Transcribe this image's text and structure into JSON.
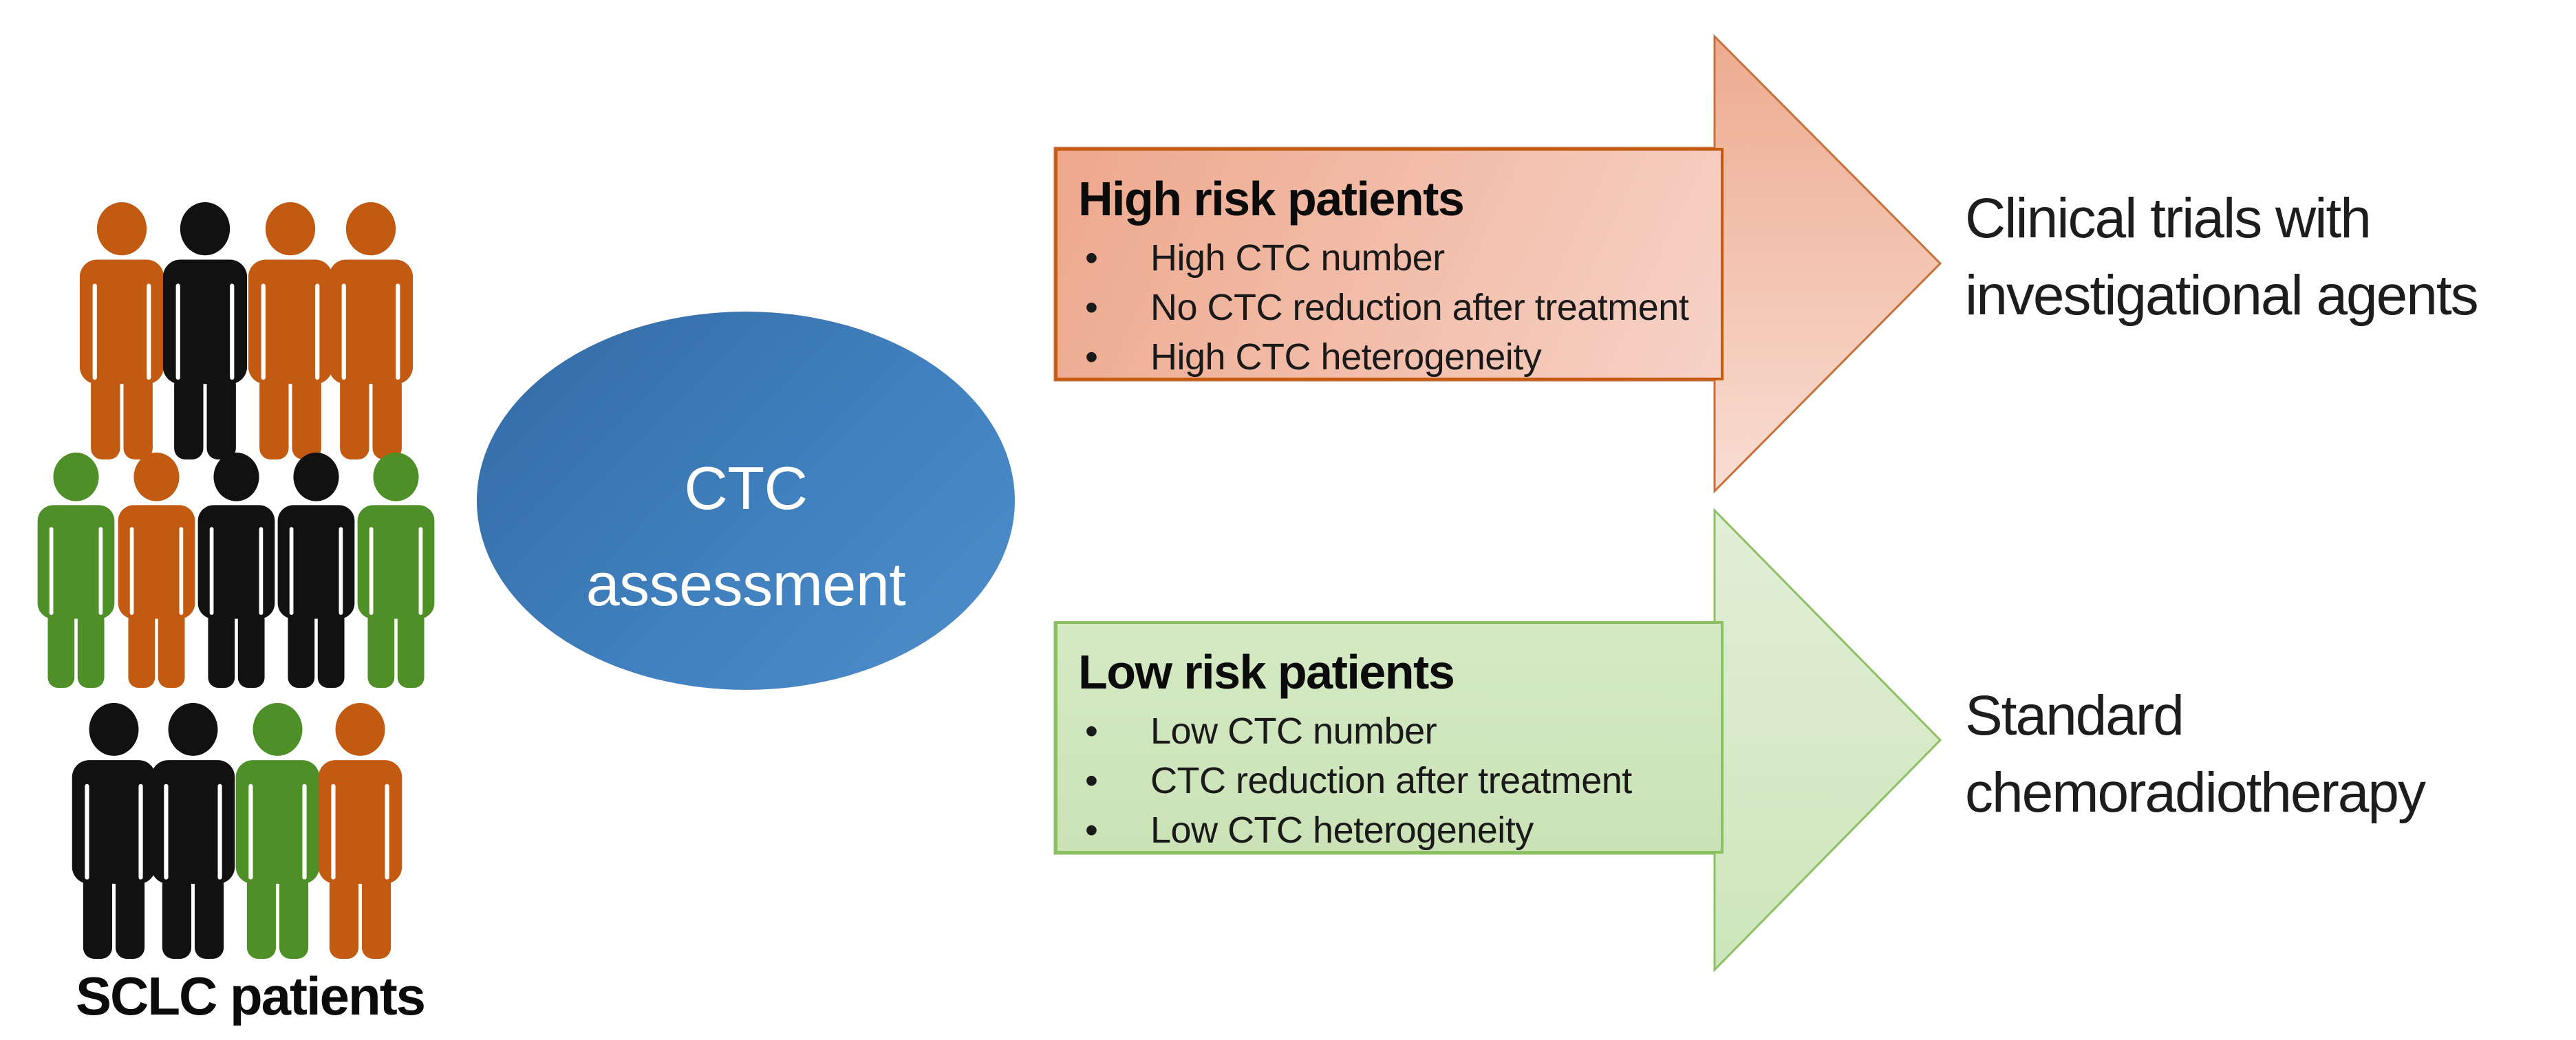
{
  "left_group": {
    "label": "SCLC patients",
    "rows": [
      {
        "colors": [
          "orange",
          "black",
          "orange",
          "orange"
        ]
      },
      {
        "colors": [
          "green",
          "orange",
          "black",
          "black",
          "green"
        ]
      },
      {
        "colors": [
          "black",
          "black",
          "green",
          "orange"
        ]
      }
    ]
  },
  "assessment_node": {
    "line1": "CTC",
    "line2": "assessment"
  },
  "high_risk": {
    "title": "High risk patients",
    "bullets": [
      "High CTC number",
      "No CTC reduction after treatment",
      "High CTC heterogeneity"
    ],
    "outcome_line1": "Clinical trials with",
    "outcome_line2": "investigational agents"
  },
  "low_risk": {
    "title": "Low risk patients",
    "bullets": [
      "Low CTC number",
      "CTC reduction after treatment",
      "Low CTC heterogeneity"
    ],
    "outcome_line1": "Standard",
    "outcome_line2": "chemoradiotherapy"
  },
  "colors": {
    "person_orange": "#C25A11",
    "person_black": "#111111",
    "person_green": "#4E8F28",
    "ellipse_dark": "#336AA4",
    "ellipse_light": "#4F8ECB",
    "high_box_border": "#C55A11",
    "high_box_fill_dark": "#EDA88D",
    "high_box_fill_light": "#F7D2C6",
    "high_arrow_border": "#C8703B",
    "high_arrow_fill_top": "#EDAB90",
    "high_arrow_fill_bottom": "#F9DDD2",
    "low_box_border": "#8CC163",
    "low_box_fill_top": "#D5EAC4",
    "low_box_fill_bottom": "#CBE2B7",
    "low_arrow_border": "#8CC163",
    "low_arrow_fill_top": "#E1EFD6",
    "low_arrow_fill_bottom": "#CEE5BB"
  }
}
